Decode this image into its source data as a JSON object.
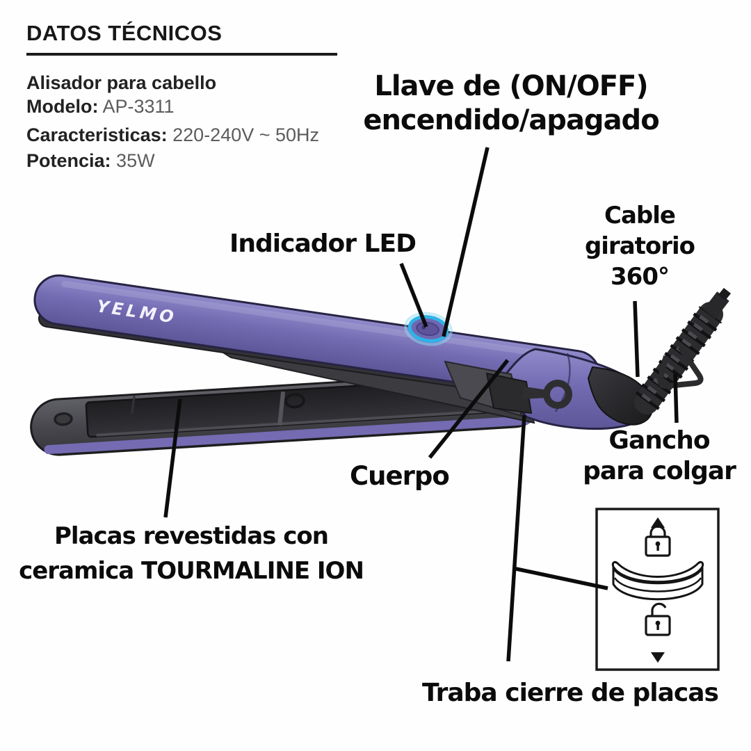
{
  "page": {
    "background": "#fefefe",
    "colors": {
      "body_purple": "#736BB2",
      "body_purple_light": "#8680C2",
      "plate_dark": "#28282B",
      "led_ring_cyan": "#2FB3E8",
      "leader_line": "#0c0c0c"
    }
  },
  "tech_box": {
    "title": "DATOS TÉCNICOS",
    "product": "Alisador para cabello",
    "rows": [
      {
        "label": "Modelo:",
        "value": "AP-3311"
      },
      {
        "label": "Caracteristicas:",
        "value": "220-240V ~ 50Hz"
      },
      {
        "label": "Potencia:",
        "value": "35W"
      }
    ]
  },
  "product": {
    "brand": "YELMO"
  },
  "callouts": {
    "power_switch_line1": "Llave de (ON/OFF)",
    "power_switch_line2": "encendido/apagado",
    "led_indicator": "Indicador LED",
    "cable_line1": "Cable",
    "cable_line2": "giratorio",
    "cable_line3": "360°",
    "body": "Cuerpo",
    "hook_line1": "Gancho",
    "hook_line2": "para colgar",
    "plates_line1": "Placas revestidas con",
    "plates_line2": "ceramica TOURMALINE ION",
    "plate_lock": "Traba cierre de placas"
  }
}
